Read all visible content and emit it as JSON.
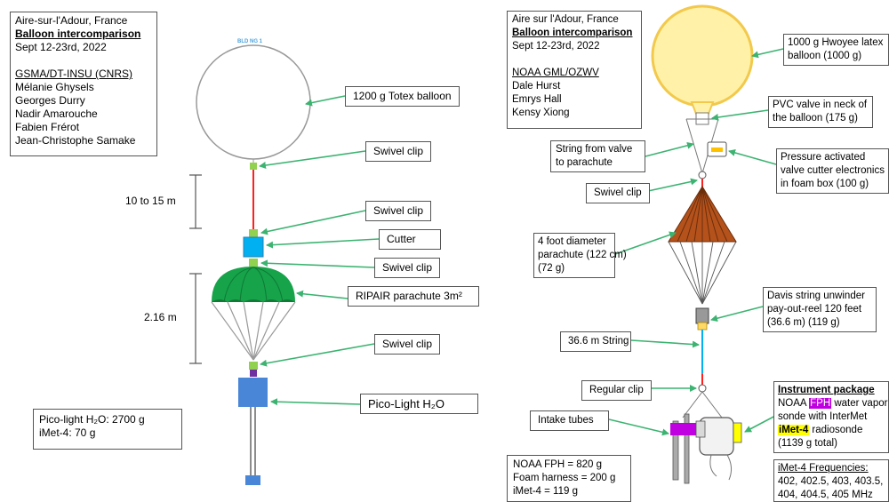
{
  "left": {
    "info": {
      "location": "Aire-sur-l'Adour, France",
      "title": "Balloon intercomparison",
      "dates": "Sept 12-23rd, 2022",
      "org": "GSMA/DT-INSU (CNRS)",
      "people": [
        "Mélanie Ghysels",
        "Georges Durry",
        "Nadir Amarouche",
        "Fabien Frérot",
        "Jean-Christophe Samake"
      ]
    },
    "balloon_tag": "BLD NG 1",
    "callouts": {
      "balloon": "1200 g Totex balloon",
      "swivel1": "Swivel clip",
      "swivel2": "Swivel clip",
      "cutter": "Cutter",
      "swivel3": "Swivel clip",
      "parachute_line1": "RIPAIR parachute",
      "parachute_line2": "3m²",
      "swivel4": "Swivel clip",
      "payload": "Pico-Light H₂O"
    },
    "dims": {
      "upper": "10 to 15 m",
      "lower": "2.16 m"
    },
    "mass": {
      "line1": "Pico-light H₂O: 2700 g",
      "line2": "iMet-4: 70 g"
    }
  },
  "right": {
    "info": {
      "location": "Aire sur l'Adour, France",
      "title": "Balloon intercomparison",
      "dates": "Sept 12-23rd, 2022",
      "org": "NOAA GML/OZWV",
      "people": [
        "Dale Hurst",
        "Emrys Hall",
        "Kensy Xiong"
      ]
    },
    "callouts": {
      "balloon_line1": "1000 g Hwoyee latex",
      "balloon_line2": "balloon (1000 g)",
      "valve_line1": "PVC valve in neck of",
      "valve_line2": "the balloon (175 g)",
      "string_line1": "String from valve",
      "string_line2": "to parachute",
      "cutter_line1": "Pressure activated",
      "cutter_line2": "valve cutter electronics",
      "cutter_line3": "in foam box (100 g)",
      "swivel": "Swivel clip",
      "parachute_line1": "4 foot diameter",
      "parachute_line2": "parachute (122 cm)",
      "parachute_line3": "(72 g)",
      "unwinder_line1": "Davis string unwinder",
      "unwinder_line2": "pay-out-reel 120 feet",
      "unwinder_line3": "(36.6 m) (119 g)",
      "string36": "36.6 m String",
      "regular_clip": "Regular clip",
      "intake": "Intake tubes",
      "instrument_title": "Instrument package",
      "instrument_pre": "NOAA ",
      "instrument_fph": "FPH",
      "instrument_post": " water vapor",
      "instrument_line2": "sonde with InterMet",
      "instrument_imet": "iMet-4",
      "instrument_line3_post": " radiosonde",
      "instrument_line4": "(1139 g total)",
      "freq_title": "iMet-4 Frequencies:",
      "freq_line1": "402, 402.5, 403, 403.5,",
      "freq_line2": "404, 404.5, 405 MHz"
    },
    "mass": {
      "line1": "NOAA FPH = 820 g",
      "line2": "Foam harness = 200 g",
      "line3": "iMet-4 = 119 g"
    }
  },
  "colors": {
    "arrow": "#3cb371",
    "left_balloon_stroke": "#999999",
    "red_line": "#ff2020",
    "swivel_green": "#92d050",
    "cutter_blue": "#00b0f0",
    "parachute_green": "#16a34a",
    "payload_blue": "#4a86d8",
    "purple": "#7030a0",
    "right_balloon": "#fff2a8",
    "right_balloon_stroke": "#f2c94c",
    "parachute_orange": "#b5521b",
    "string_blue": "#00b0f0",
    "fph_purple": "#c000e0",
    "imet_yellow": "#ffff00"
  }
}
